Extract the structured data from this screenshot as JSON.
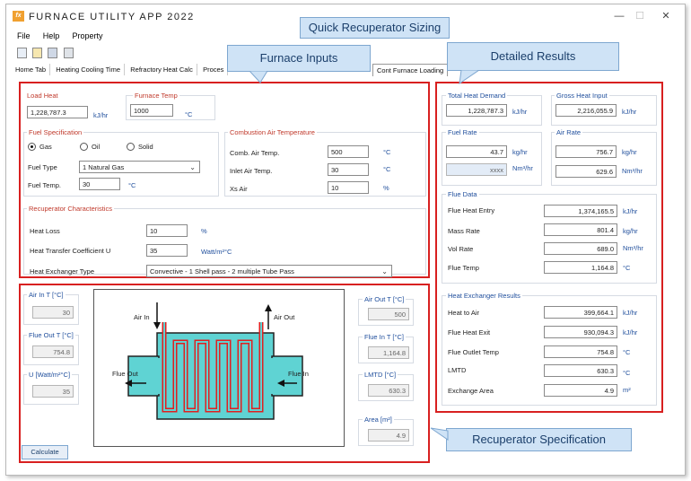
{
  "window": {
    "logo": "fx",
    "title": "FURNACE UTILITY APP 2022",
    "minimize": "—",
    "maximize": "☐",
    "close": "✕"
  },
  "menu": [
    "File",
    "Help",
    "Property"
  ],
  "toolbar_icons": [
    "new-file-icon",
    "open-folder-icon",
    "save-icon",
    "print-icon"
  ],
  "tabs": [
    "Home Tab",
    "Heating Cooling Time",
    "Refractory Heat Calc",
    "Proces",
    "Cont Furnace Loading"
  ],
  "callouts": {
    "quick": "Quick Recuperator Sizing",
    "inputs": "Furnace Inputs",
    "results": "Detailed Results",
    "spec": "Recuperator Specification"
  },
  "inputs": {
    "load_heat_label": "Load Heat",
    "load_heat": "1,228,787.3",
    "load_heat_unit": "kJ/hr",
    "furnace_temp_label": "Furnace Temp",
    "furnace_temp": "1000",
    "furnace_temp_unit": "°C",
    "fuel_spec_label": "Fuel Specification",
    "fuel_options": [
      "Gas",
      "Oil",
      "Solid"
    ],
    "fuel_type_label": "Fuel Type",
    "fuel_type": "1 Natural Gas",
    "fuel_temp_label": "Fuel Temp.",
    "fuel_temp": "30",
    "fuel_temp_unit": "°C",
    "comb_air_label": "Combustion Air Temperature",
    "comb_air_temp_label": "Comb. Air Temp.",
    "comb_air_temp": "500",
    "comb_air_temp_unit": "°C",
    "inlet_air_label": "Inlet Air Temp.",
    "inlet_air_temp": "30",
    "inlet_air_unit": "°C",
    "xs_air_label": "Xs Air",
    "xs_air": "10",
    "xs_air_unit": "%",
    "recup_label": "Recuperator Characteristics",
    "heat_loss_label": "Heat Loss",
    "heat_loss": "10",
    "heat_loss_unit": "%",
    "htc_label": "Heat Transfer Coefficient U",
    "htc": "35",
    "htc_unit": "Watt/m²°C",
    "hx_type_label": "Heat Exchanger Type",
    "hx_type": "Convective - 1 Shell pass - 2 multiple Tube Pass"
  },
  "results": {
    "total_heat_label": "Total Heat Demand",
    "total_heat": "1,228,787.3",
    "total_heat_unit": "kJ/hr",
    "gross_heat_label": "Gross Heat Input",
    "gross_heat": "2,216,055.9",
    "gross_heat_unit": "kJ/hr",
    "fuel_rate_label": "Fuel Rate",
    "fuel_rate_kg": "43.7",
    "fuel_rate_kg_unit": "kg/hr",
    "fuel_rate_nm": "xxxx",
    "fuel_rate_nm_unit": "Nm³/hr",
    "air_rate_label": "Air Rate",
    "air_rate_kg": "756.7",
    "air_rate_kg_unit": "kg/hr",
    "air_rate_nm": "629.6",
    "air_rate_nm_unit": "Nm³/hr",
    "flue_data_label": "Flue Data",
    "flue_heat_entry_label": "Flue Heat Entry",
    "flue_heat_entry": "1,374,165.5",
    "flue_heat_entry_unit": "kJ/hr",
    "mass_rate_label": "Mass Rate",
    "mass_rate": "801.4",
    "mass_rate_unit": "kg/hr",
    "vol_rate_label": "Vol Rate",
    "vol_rate": "689.0",
    "vol_rate_unit": "Nm³/hr",
    "flue_temp_label": "Flue Temp",
    "flue_temp": "1,164.8",
    "flue_temp_unit": "°C",
    "hx_results_label": "Heat Exchanger Results",
    "heat_to_air_label": "Heat to Air",
    "heat_to_air": "399,664.1",
    "heat_to_air_unit": "kJ/hr",
    "flue_heat_exit_label": "Flue Heat Exit",
    "flue_heat_exit": "930,094.3",
    "flue_heat_exit_unit": "kJ/hr",
    "flue_outlet_label": "Flue Outlet Temp",
    "flue_outlet": "754.8",
    "flue_outlet_unit": "°C",
    "lmtd_label": "LMTD",
    "lmtd": "630.3",
    "lmtd_unit": "°C",
    "exch_area_label": "Exchange Area",
    "exch_area": "4.9",
    "exch_area_unit": "m²"
  },
  "spec": {
    "air_in_label": "Air In T [°C]",
    "air_in": "30",
    "flue_out_label": "Flue Out T [°C]",
    "flue_out": "754.8",
    "u_label": "U [Watt/m²°C]",
    "u": "35",
    "air_out_label": "Air Out T [°C]",
    "air_out": "500",
    "flue_in_label": "Flue In T [°C]",
    "flue_in": "1,164.8",
    "lmtd_label": "LMTD [°C]",
    "lmtd": "630.3",
    "area_label": "Area [m²]",
    "area": "4.9",
    "calculate": "Calculate"
  },
  "diagram": {
    "air_in": "Air In",
    "air_out": "Air Out",
    "flue_out": "Flue Out",
    "flue_in": "Flue In"
  },
  "colors": {
    "accent_red": "#d82020",
    "label_blue": "#1f4e9c",
    "callout_fill": "#cfe3f6",
    "shell_fill": "#5fd3d3",
    "tube_red": "#e02020"
  }
}
